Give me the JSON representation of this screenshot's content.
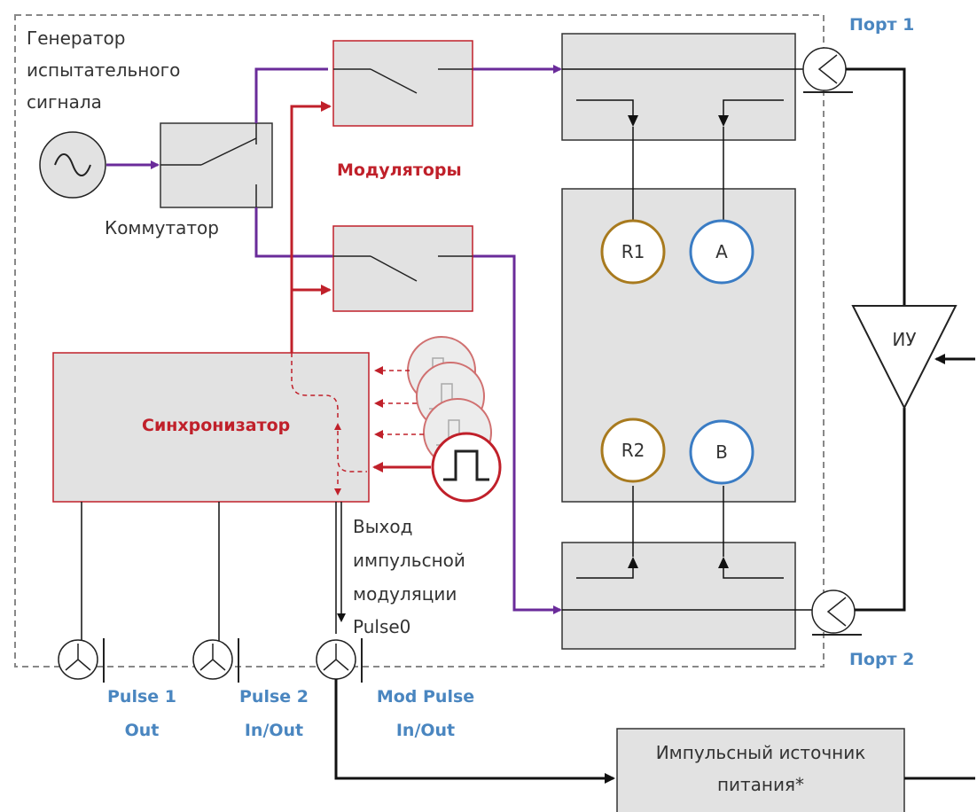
{
  "labels": {
    "generator_line1": "Генератор",
    "generator_line2": "испытательного",
    "generator_line3": "сигнала",
    "switch": "Коммутатор",
    "modulators": "Модуляторы",
    "synchronizer": "Синхронизатор",
    "pulse_out_line1": "Выход",
    "pulse_out_line2": "импульсной",
    "pulse_out_line3": "модуляции",
    "pulse_out_line4": "Pulse0",
    "port1": "Порт 1",
    "port2": "Порт 2",
    "amplifier": "ИУ",
    "pulse1_line1": "Pulse 1",
    "pulse1_line2": "Out",
    "pulse2_line1": "Pulse 2",
    "pulse2_line2": "In/Out",
    "modpulse_line1": "Mod Pulse",
    "modpulse_line2": "In/Out",
    "psu_line1": "Импульсный источник",
    "psu_line2": "питания*"
  },
  "receivers": [
    {
      "label": "R1",
      "color": "#a87a1e"
    },
    {
      "label": "A",
      "color": "#3a7cc4"
    },
    {
      "label": "R2",
      "color": "#a87a1e"
    },
    {
      "label": "B",
      "color": "#3a7cc4"
    }
  ],
  "colors": {
    "signal_path": "#6a2b9a",
    "control_path": "#c0202a",
    "port_label": "#4a86c0",
    "box_fill": "#e2e2e2"
  }
}
